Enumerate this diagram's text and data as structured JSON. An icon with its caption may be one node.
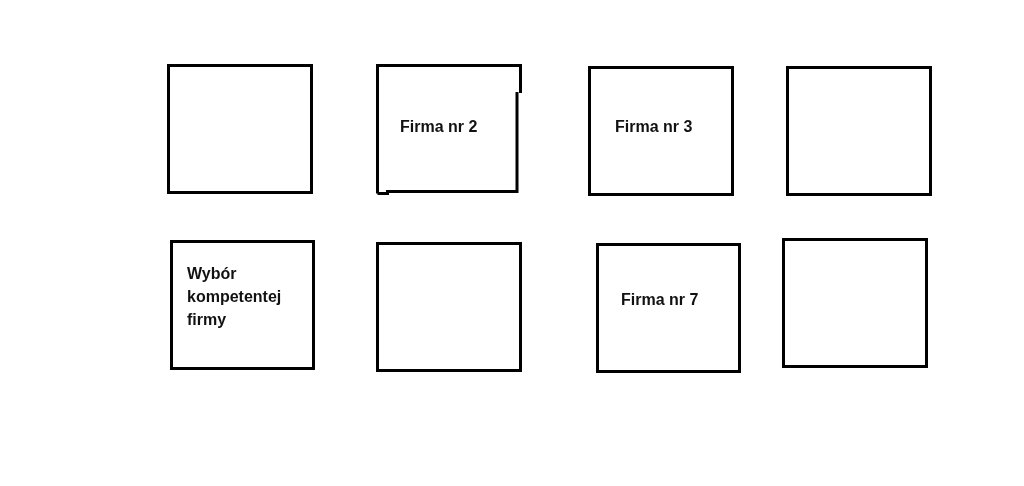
{
  "diagram": {
    "nodes": [
      {
        "text": [],
        "shape": "box"
      },
      {
        "text": [
          "Firma nr 2"
        ]
      },
      {
        "text": [
          "Firma nr 3"
        ]
      },
      {
        "text": [],
        "shape": "box"
      },
      {
        "text": [
          "Wybór kompetentej firmy"
        ]
      },
      {
        "text": [],
        "shape": "box"
      },
      {
        "text": [
          "Firma nr 7"
        ]
      },
      {
        "text": [],
        "shape": "box"
      }
    ]
  }
}
